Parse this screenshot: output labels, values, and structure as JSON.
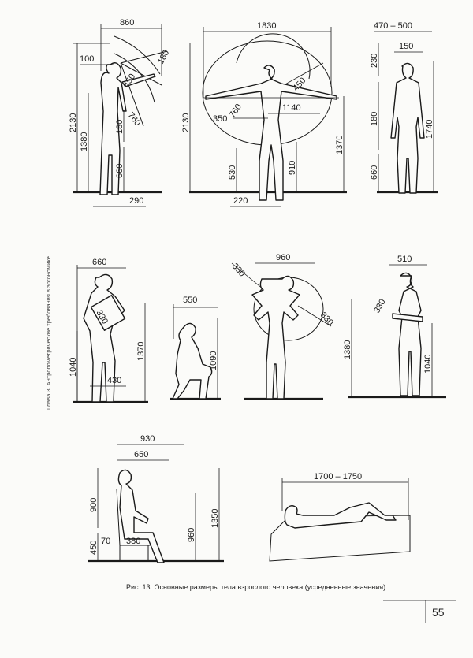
{
  "side_heading": "Глава 3. Антропометрические требования в эргономике",
  "caption": "Рис. 13. Основные размеры тела взрослого человека (усредненные значения)",
  "page_number": "55",
  "figures": {
    "reach_side": {
      "width_top": "860",
      "head_offset": "100",
      "reach_180": "180",
      "reach_450": "450",
      "reach_760": "760",
      "height_total": "2130",
      "shoulder": "1380",
      "hand_180": "180",
      "hand_660": "660",
      "foot_290": "290"
    },
    "reach_front": {
      "span": "1830",
      "height_total": "2130",
      "reach_450": "450",
      "reach_760": "760",
      "reach_350": "350",
      "arm_1140": "1140",
      "hip_1370": "1370",
      "knee_530": "530",
      "hand_910": "910",
      "foot_220": "220"
    },
    "standing_front": {
      "width_top": "470 – 500",
      "shoulder_150": "150",
      "head_230": "230",
      "torso_180": "180",
      "height_1740": "1740",
      "leg_660": "660"
    },
    "carrying": {
      "width": "660",
      "reach": "330",
      "height_1370": "1370",
      "height_1040": "1040",
      "depth_430": "430"
    },
    "squatting": {
      "width": "550",
      "height": "1090"
    },
    "hands_head": {
      "width": "960",
      "reach_left": "330",
      "reach_right": "330"
    },
    "arms_crossed": {
      "width": "510",
      "reach": "330",
      "height_1380": "1380",
      "height_1040": "1040"
    },
    "seated": {
      "depth_930": "930",
      "depth_650": "650",
      "height_900": "900",
      "seat_450": "450",
      "seat_70": "70",
      "knee_380": "380",
      "height_960": "960",
      "height_1350": "1350"
    },
    "lying": {
      "length": "1700 – 1750"
    }
  }
}
